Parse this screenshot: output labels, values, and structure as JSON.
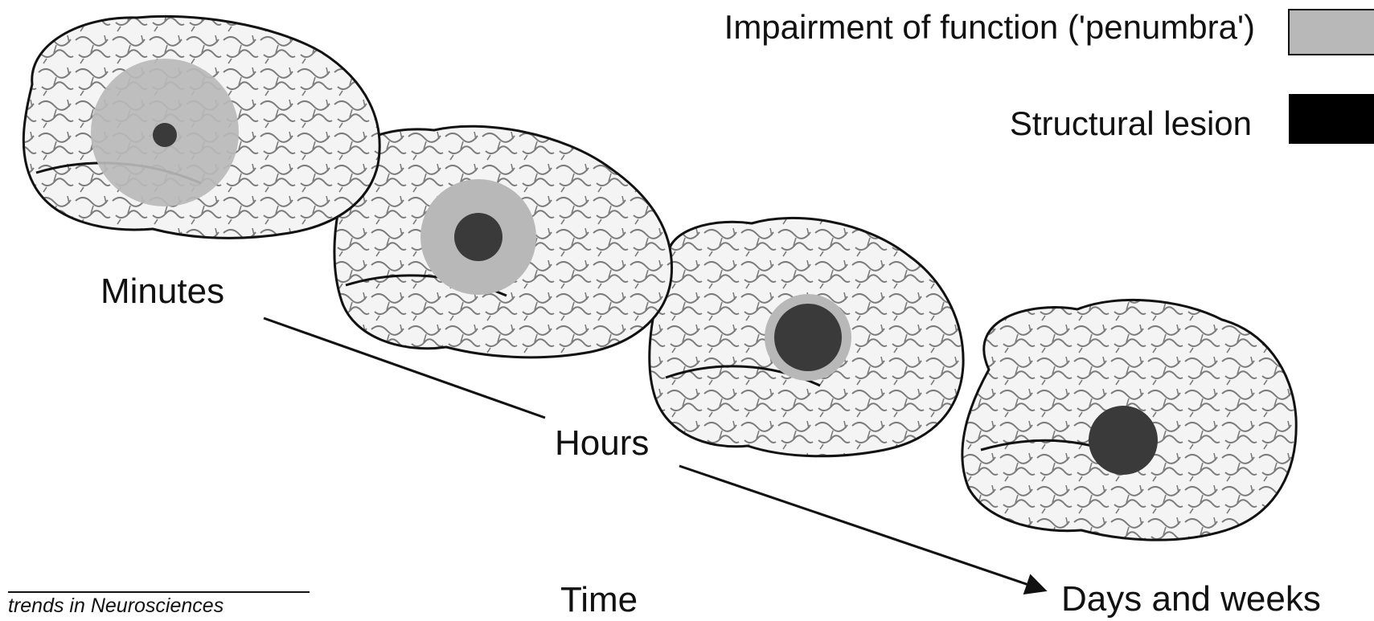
{
  "legend": {
    "penumbra_label": "Impairment of function ('penumbra')",
    "lesion_label": "Structural lesion",
    "penumbra_color": "#b8b8b8",
    "lesion_color": "#000000"
  },
  "timeline": {
    "minutes": "Minutes",
    "hours": "Hours",
    "days": "Days and weeks",
    "axis_label": "Time"
  },
  "stages": [
    {
      "name": "minutes",
      "penumbra": "large",
      "lesion": "small"
    },
    {
      "name": "hours-early",
      "penumbra": "medium",
      "lesion": "medium"
    },
    {
      "name": "hours-late",
      "penumbra": "thin rim",
      "lesion": "large"
    },
    {
      "name": "days-and-weeks",
      "penumbra": "none",
      "lesion": "large"
    }
  ],
  "colors": {
    "brain_fill": "#f4f4f4",
    "brain_outline": "#111111",
    "penumbra": "#b8b8b8",
    "core": "#3a3a3a"
  },
  "source": "trends in Neurosciences"
}
